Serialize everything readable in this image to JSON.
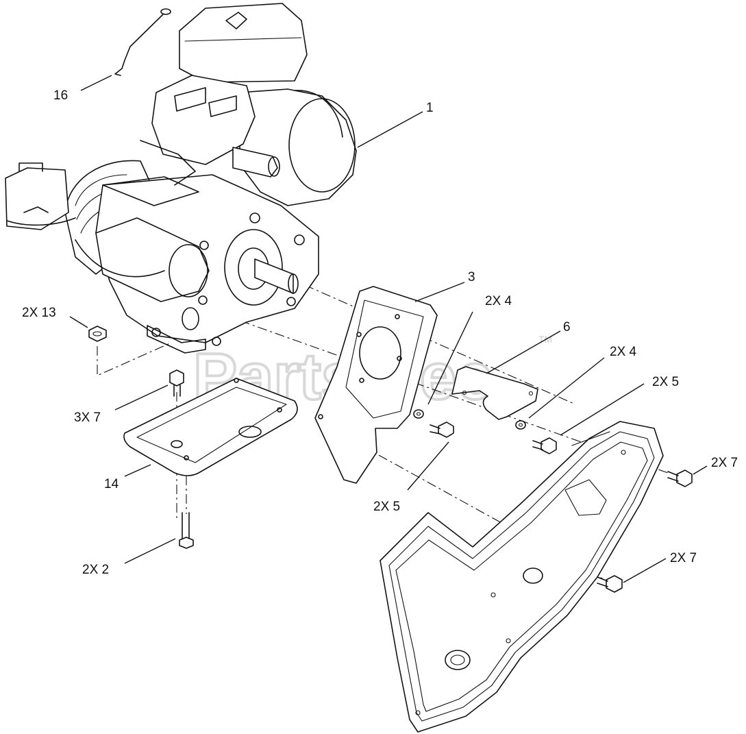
{
  "watermark": {
    "text": "PartsTree",
    "trademark": "TM"
  },
  "callouts": [
    {
      "id": "c1",
      "label": "1"
    },
    {
      "id": "c16",
      "label": "16"
    },
    {
      "id": "c3",
      "label": "3"
    },
    {
      "id": "c4a",
      "label": "2X 4"
    },
    {
      "id": "c6",
      "label": "6"
    },
    {
      "id": "c4b",
      "label": "2X 4"
    },
    {
      "id": "c5a",
      "label": "2X 5"
    },
    {
      "id": "c13",
      "label": "2X 13"
    },
    {
      "id": "c7a",
      "label": "3X 7"
    },
    {
      "id": "c14",
      "label": "14"
    },
    {
      "id": "c5b",
      "label": "2X 5"
    },
    {
      "id": "c7b",
      "label": "2X 7"
    },
    {
      "id": "c2",
      "label": "2X 2"
    },
    {
      "id": "c7c",
      "label": "2X 7"
    }
  ]
}
